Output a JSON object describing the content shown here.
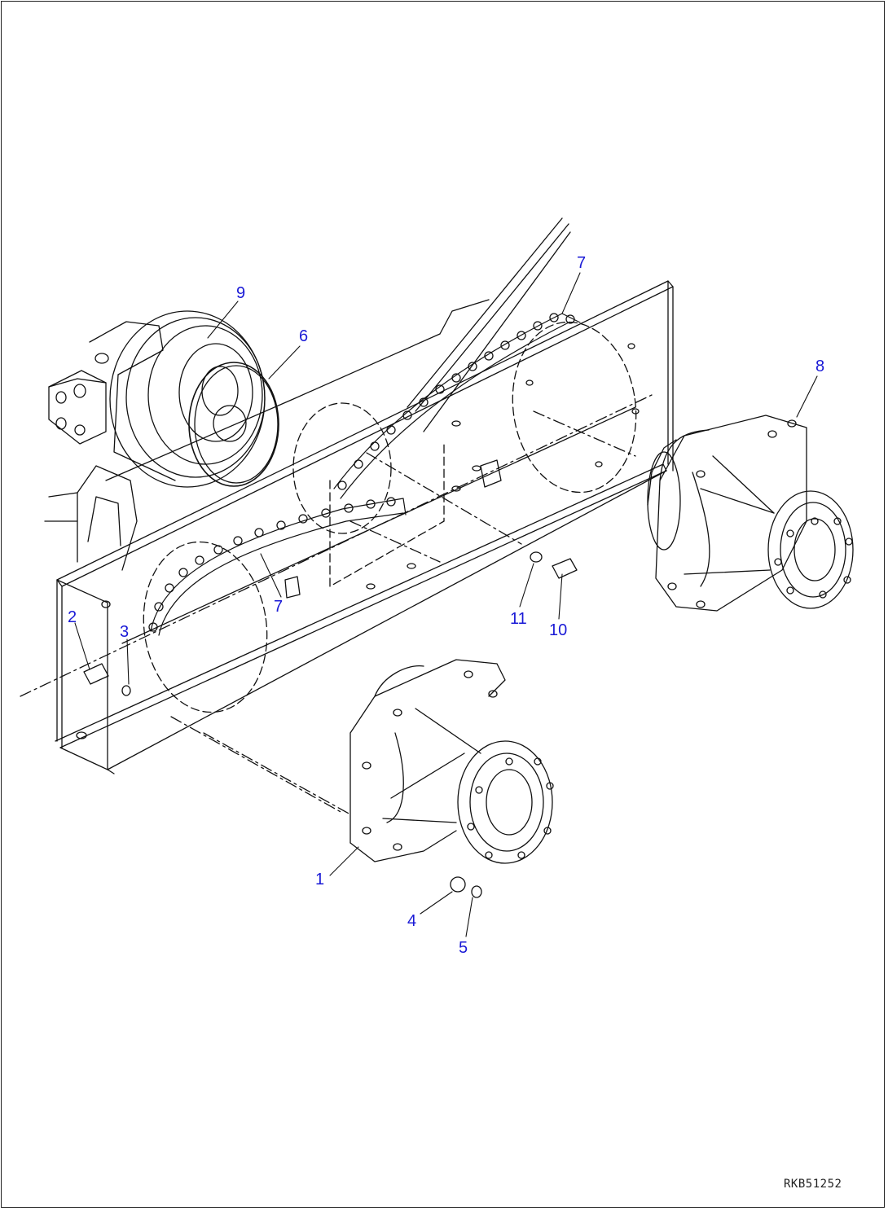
{
  "diagram": {
    "drawing_code": "RKB51252",
    "callout_color": "#1a1ad6",
    "line_color": "#111111",
    "callouts": [
      {
        "id": "c9",
        "label": "9"
      },
      {
        "id": "c6",
        "label": "6"
      },
      {
        "id": "c7a",
        "label": "7"
      },
      {
        "id": "c8",
        "label": "8"
      },
      {
        "id": "c2",
        "label": "2"
      },
      {
        "id": "c3",
        "label": "3"
      },
      {
        "id": "c7b",
        "label": "7"
      },
      {
        "id": "c11",
        "label": "11"
      },
      {
        "id": "c10",
        "label": "10"
      },
      {
        "id": "c1",
        "label": "1"
      },
      {
        "id": "c4",
        "label": "4"
      },
      {
        "id": "c5",
        "label": "5"
      }
    ]
  }
}
